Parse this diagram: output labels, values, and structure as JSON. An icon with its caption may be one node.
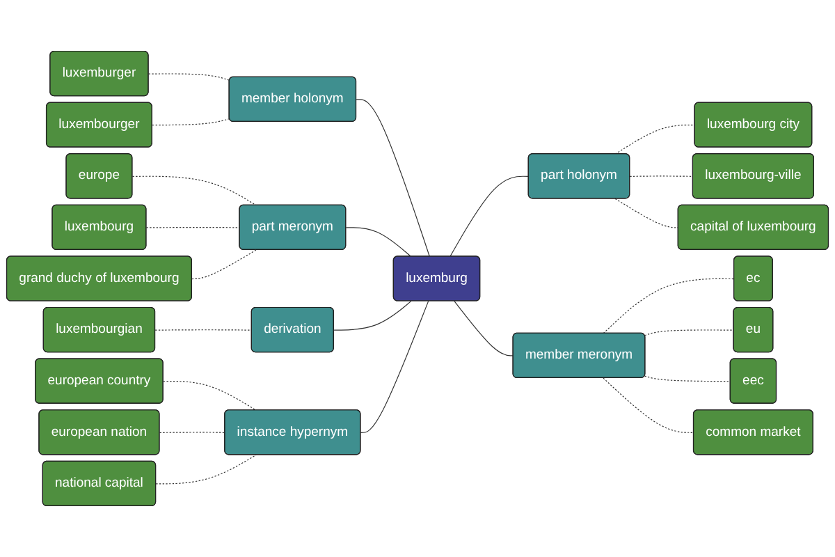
{
  "diagram": {
    "nodes": [
      {
        "text": [
          "luxemburger"
        ]
      },
      {
        "text": [
          "luxembourger"
        ]
      },
      {
        "text": [
          "member holonym"
        ]
      },
      {
        "text": [
          "europe"
        ]
      },
      {
        "text": [
          "luxembourg"
        ]
      },
      {
        "text": [
          "grand duchy of luxembourg"
        ]
      },
      {
        "text": [
          "part meronym"
        ]
      },
      {
        "text": [
          "luxembourg city"
        ]
      },
      {
        "text": [
          "luxembourgian"
        ]
      },
      {
        "text": [
          "derivation"
        ]
      },
      {
        "text": [
          "luxemburg"
        ]
      },
      {
        "text": [
          "part holonym"
        ]
      },
      {
        "text": [
          "luxembourg-ville"
        ]
      },
      {
        "text": [
          "capital of luxembourg"
        ]
      },
      {
        "text": [
          "european country"
        ]
      },
      {
        "text": [
          "instance hypernym"
        ]
      },
      {
        "text": [
          "member meronym"
        ]
      },
      {
        "text": [
          "ec"
        ]
      },
      {
        "text": [
          "european nation"
        ]
      },
      {
        "text": [
          "national capital"
        ]
      },
      {
        "text": [
          "eu"
        ]
      },
      {
        "text": [
          "eec"
        ]
      },
      {
        "text": [
          "common market"
        ]
      }
    ],
    "edges": [
      {
        "from": 0,
        "to": 2,
        "arrow": "none",
        "style": "dashed"
      },
      {
        "from": 1,
        "to": 2,
        "arrow": "none",
        "style": "dashed"
      },
      {
        "from": 2,
        "to": 10,
        "arrow": "none"
      },
      {
        "from": 3,
        "to": 6,
        "arrow": "none",
        "style": "dashed"
      },
      {
        "from": 4,
        "to": 6,
        "arrow": "none",
        "style": "dashed"
      },
      {
        "from": 5,
        "to": 6,
        "arrow": "none",
        "style": "dashed"
      },
      {
        "from": 6,
        "to": 10,
        "arrow": "none"
      },
      {
        "from": 8,
        "to": 9,
        "arrow": "none",
        "style": "dashed"
      },
      {
        "from": 9,
        "to": 10,
        "arrow": "none"
      },
      {
        "from": 14,
        "to": 15,
        "arrow": "none",
        "style": "dashed"
      },
      {
        "from": 18,
        "to": 15,
        "arrow": "none",
        "style": "dashed"
      },
      {
        "from": 19,
        "to": 15,
        "arrow": "none",
        "style": "dashed"
      },
      {
        "from": 15,
        "to": 10,
        "arrow": "none"
      },
      {
        "from": 10,
        "to": 11,
        "arrow": "none"
      },
      {
        "from": 11,
        "to": 7,
        "arrow": "none",
        "style": "dashed"
      },
      {
        "from": 11,
        "to": 12,
        "arrow": "none",
        "style": "dashed"
      },
      {
        "from": 11,
        "to": 13,
        "arrow": "none",
        "style": "dashed"
      },
      {
        "from": 10,
        "to": 16,
        "arrow": "none"
      },
      {
        "from": 16,
        "to": 17,
        "arrow": "none",
        "style": "dashed"
      },
      {
        "from": 16,
        "to": 20,
        "arrow": "none",
        "style": "dashed"
      },
      {
        "from": 16,
        "to": 21,
        "arrow": "none",
        "style": "dashed"
      },
      {
        "from": 16,
        "to": 22,
        "arrow": "none",
        "style": "dashed"
      }
    ]
  }
}
